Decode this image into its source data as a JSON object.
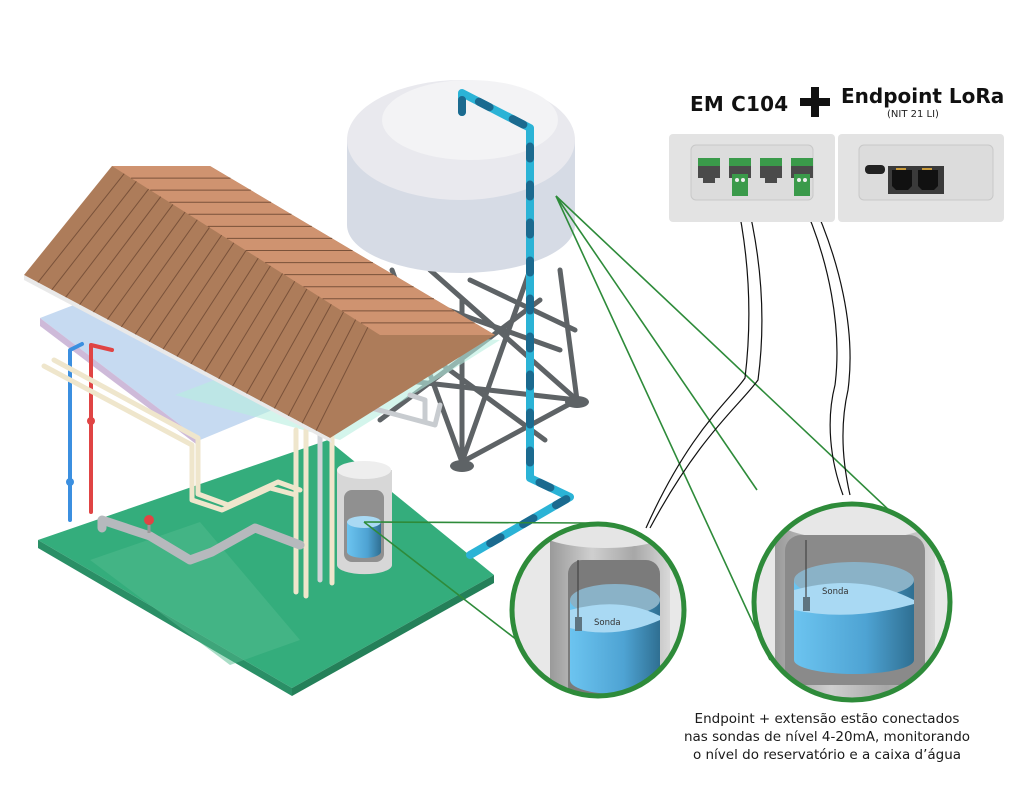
{
  "header": {
    "device_title": "EM C104",
    "plus_icon": "plus-icon",
    "endpoint_title": "Endpoint LoRa",
    "endpoint_model": "(NIT 21 LI)"
  },
  "devices": {
    "em_c104": {
      "terminal_blocks": 4,
      "connected_terminals": [
        2,
        4
      ]
    },
    "endpoint": {
      "ports": [
        "usb-port",
        "rj-port",
        "rj-port"
      ]
    }
  },
  "scene": {
    "elements": [
      "house-roof",
      "water-tower",
      "ground-reservoir",
      "pipes",
      "valve"
    ],
    "zoom_callouts": [
      {
        "target": "ground-reservoir",
        "probe_label": "Sonda"
      },
      {
        "target": "water-tower-tank",
        "probe_label": "Sonda"
      }
    ]
  },
  "caption": {
    "line1": "Endpoint + extensão estão conectados",
    "line2": "nas sondas de nível 4-20mA, monitorando",
    "line3": "o nível do reservatório e a caixa d’água"
  },
  "colors": {
    "callout_green": "#2e8b3a",
    "ground_green": "#34ad7c",
    "roof_brown": "#ad7c5a",
    "roof_light": "#cf9370",
    "pipe_blue": "#2bb3d6",
    "water_blue": "#5bb8e8",
    "tower_gray": "#5e6366",
    "device_gray": "#e3e3e3",
    "terminal_green": "#3a9a4a"
  }
}
